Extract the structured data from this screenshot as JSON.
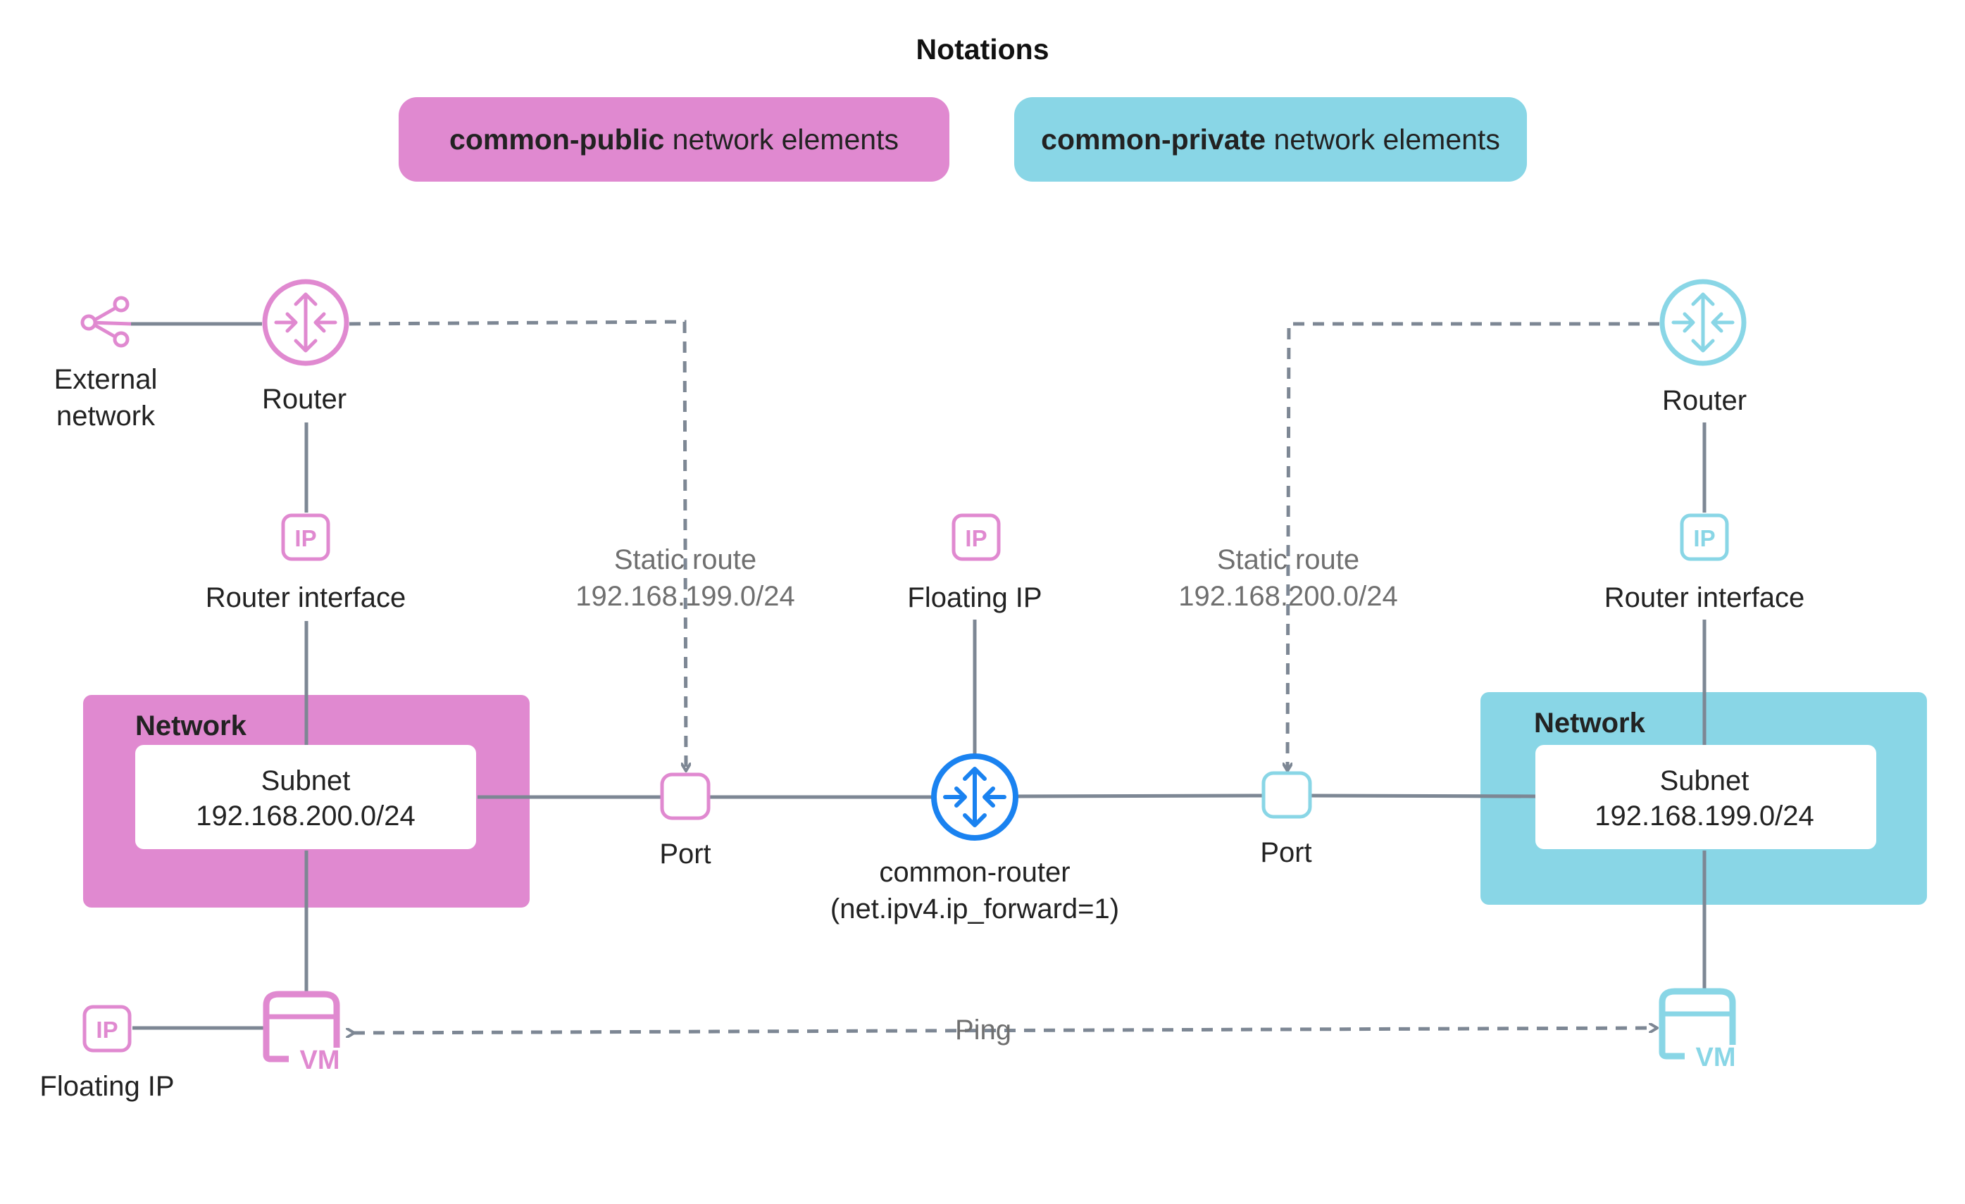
{
  "title": "Notations",
  "colors": {
    "public": "#e089d0",
    "private": "#89d6e6",
    "core": "#1a82f0",
    "line": "#7d8794"
  },
  "legend": {
    "public": {
      "bold": "common-public",
      "rest": " network elements"
    },
    "private": {
      "bold": "common-private",
      "rest": " network elements"
    }
  },
  "left": {
    "external_network": [
      "External",
      "network"
    ],
    "router": "Router",
    "router_interface": "Router interface",
    "network_title": "Network",
    "subnet_label": "Subnet",
    "subnet_cidr": "192.168.200.0/24",
    "floating_ip": "Floating IP",
    "static_route_label": "Static route",
    "static_route_cidr": "192.168.199.0/24",
    "port": "Port",
    "ip_icon": "IP",
    "vm_icon": "VM"
  },
  "center": {
    "floating_ip": "Floating IP",
    "router_name": "common-router",
    "router_setting": "(net.ipv4.ip_forward=1)",
    "ip_icon": "IP"
  },
  "right": {
    "router": "Router",
    "router_interface": "Router interface",
    "network_title": "Network",
    "subnet_label": "Subnet",
    "subnet_cidr": "192.168.199.0/24",
    "static_route_label": "Static route",
    "static_route_cidr": "192.168.200.0/24",
    "port": "Port",
    "ip_icon": "IP",
    "vm_icon": "VM"
  },
  "ping_label": "Ping"
}
